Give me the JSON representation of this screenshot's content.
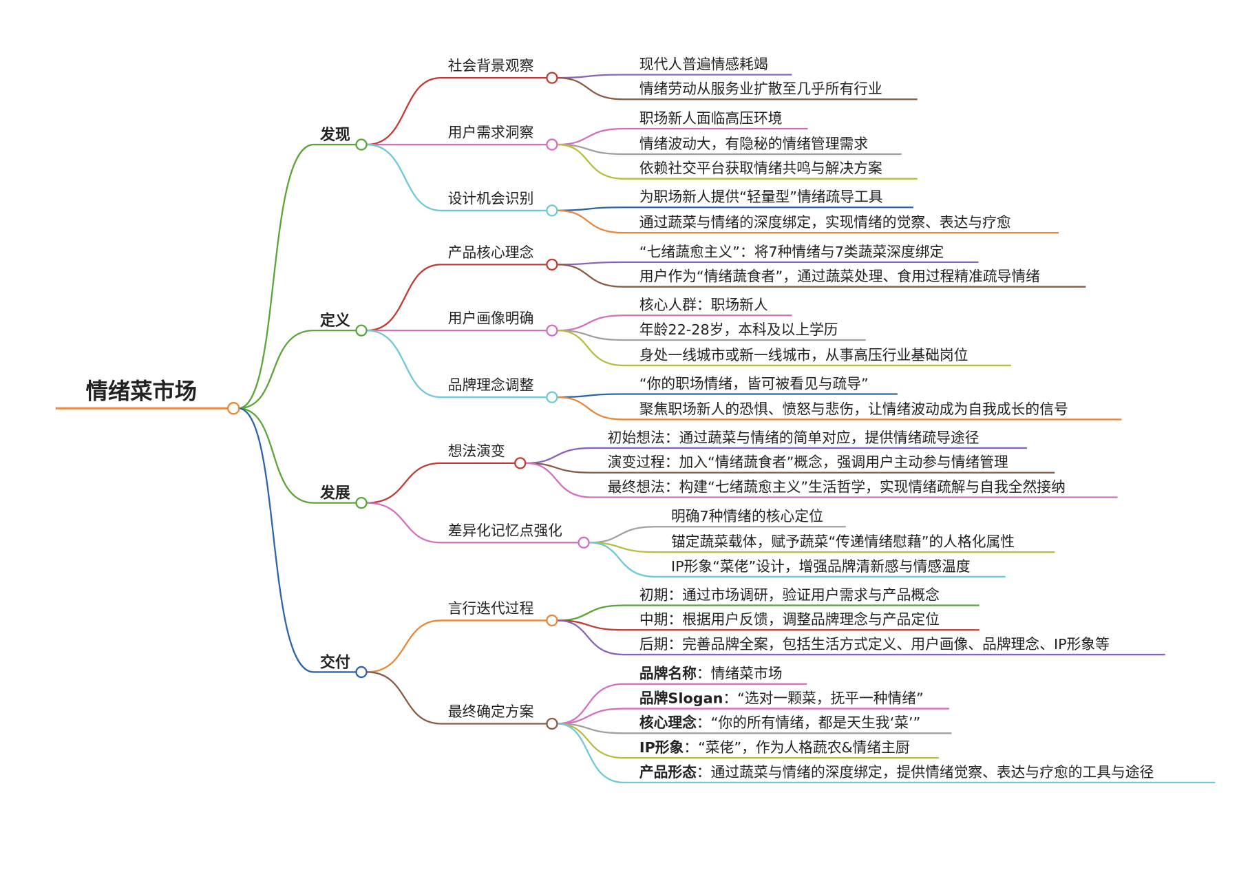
{
  "root": {
    "label": "情绪菜市场",
    "color": "#e8873a"
  },
  "branches": [
    {
      "label": "发现",
      "color": "#5aa53a",
      "children": [
        {
          "label": "社会背景观察",
          "color": "#c23b32",
          "leaves": [
            {
              "text": "现代人普遍情感耗竭",
              "color": "#8a63b8"
            },
            {
              "text": "情绪劳动从服务业扩散至几乎所有行业",
              "color": "#8a5a44"
            }
          ]
        },
        {
          "label": "用户需求洞察",
          "color": "#d36fc0",
          "leaves": [
            {
              "text": "职场新人面临高压环境",
              "color": "#d36fc0"
            },
            {
              "text": "情绪波动大，有隐秘的情绪管理需求",
              "color": "#a0a0a0"
            },
            {
              "text": "依赖社交平台获取情绪共鸣与解决方案",
              "color": "#b8bd3c"
            }
          ]
        },
        {
          "label": "设计机会识别",
          "color": "#6ccad6",
          "leaves": [
            {
              "text": "为职场新人提供“轻量型”情绪疏导工具",
              "color": "#2e64a8"
            },
            {
              "text": "通过蔬菜与情绪的深度绑定，实现情绪的觉察、表达与疗愈",
              "color": "#e8873a"
            }
          ]
        }
      ]
    },
    {
      "label": "定义",
      "color": "#5aa53a",
      "children": [
        {
          "label": "产品核心理念",
          "color": "#c23b32",
          "leaves": [
            {
              "text": "“七绪蔬愈主义”：将7种情绪与7类蔬菜深度绑定",
              "color": "#8a63b8"
            },
            {
              "text": "用户作为“情绪蔬食者”，通过蔬菜处理、食用过程精准疏导情绪",
              "color": "#8a5a44"
            }
          ]
        },
        {
          "label": "用户画像明确",
          "color": "#d36fc0",
          "leaves": [
            {
              "text": "核心人群：职场新人",
              "color": "#d36fc0"
            },
            {
              "text": "年龄22-28岁，本科及以上学历",
              "color": "#a0a0a0"
            },
            {
              "text": "身处一线城市或新一线城市，从事高压行业基础岗位",
              "color": "#b8bd3c"
            }
          ]
        },
        {
          "label": "品牌理念调整",
          "color": "#6ccad6",
          "leaves": [
            {
              "text": "“你的职场情绪，皆可被看见与疏导”",
              "color": "#2e64a8"
            },
            {
              "text": "聚焦职场新人的恐惧、愤怒与悲伤，让情绪波动成为自我成长的信号",
              "color": "#e8873a"
            }
          ]
        }
      ]
    },
    {
      "label": "发展",
      "color": "#5aa53a",
      "children": [
        {
          "label": "想法演变",
          "color": "#c23b32",
          "leaves": [
            {
              "text": "初始想法：通过蔬菜与情绪的简单对应，提供情绪疏导途径",
              "color": "#8a63b8"
            },
            {
              "text": "演变过程：加入“情绪蔬食者”概念，强调用户主动参与情绪管理",
              "color": "#8a5a44"
            },
            {
              "text": "最终想法：构建“七绪蔬愈主义”生活哲学，实现情绪疏解与自我全然接纳",
              "color": "#d36fc0"
            }
          ]
        },
        {
          "label": "差异化记忆点强化",
          "color": "#d36fc0",
          "leaves": [
            {
              "text": "明确7种情绪的核心定位",
              "color": "#a0a0a0"
            },
            {
              "text": "锚定蔬菜载体，赋予蔬菜“传递情绪慰藉”的人格化属性",
              "color": "#b8bd3c"
            },
            {
              "text": "IP形象“菜佬”设计，增强品牌清新感与情感温度",
              "color": "#6ccad6"
            }
          ]
        }
      ]
    },
    {
      "label": "交付",
      "color": "#2e64a8",
      "children": [
        {
          "label": "言行迭代过程",
          "color": "#e8873a",
          "leaves": [
            {
              "text": "初期：通过市场调研，验证用户需求与产品概念",
              "color": "#5aa53a"
            },
            {
              "text": "中期：根据用户反馈，调整品牌理念与产品定位",
              "color": "#c23b32"
            },
            {
              "text": "后期：完善品牌全案，包括生活方式定义、用户画像、品牌理念、IP形象等",
              "color": "#8a63b8"
            }
          ]
        },
        {
          "label": "最终确定方案",
          "color": "#8a5a44",
          "leaves": [
            {
              "bold": "品牌名称",
              "text": "：情绪菜市场",
              "color": "#d36fc0"
            },
            {
              "bold": "品牌Slogan",
              "text": "：“选对一颗菜，抚平一种情绪”",
              "color": "#d36fc0"
            },
            {
              "bold": "核心理念",
              "text": "：“你的所有情绪，都是天生我‘菜’”",
              "color": "#a0a0a0"
            },
            {
              "bold": "IP形象",
              "text": "：“菜佬”，作为人格蔬农&情绪主厨",
              "color": "#b8bd3c"
            },
            {
              "bold": "产品形态",
              "text": "：通过蔬菜与情绪的深度绑定，提供情绪觉察、表达与疗愈的工具与途径",
              "color": "#6ccad6"
            }
          ]
        }
      ]
    }
  ]
}
